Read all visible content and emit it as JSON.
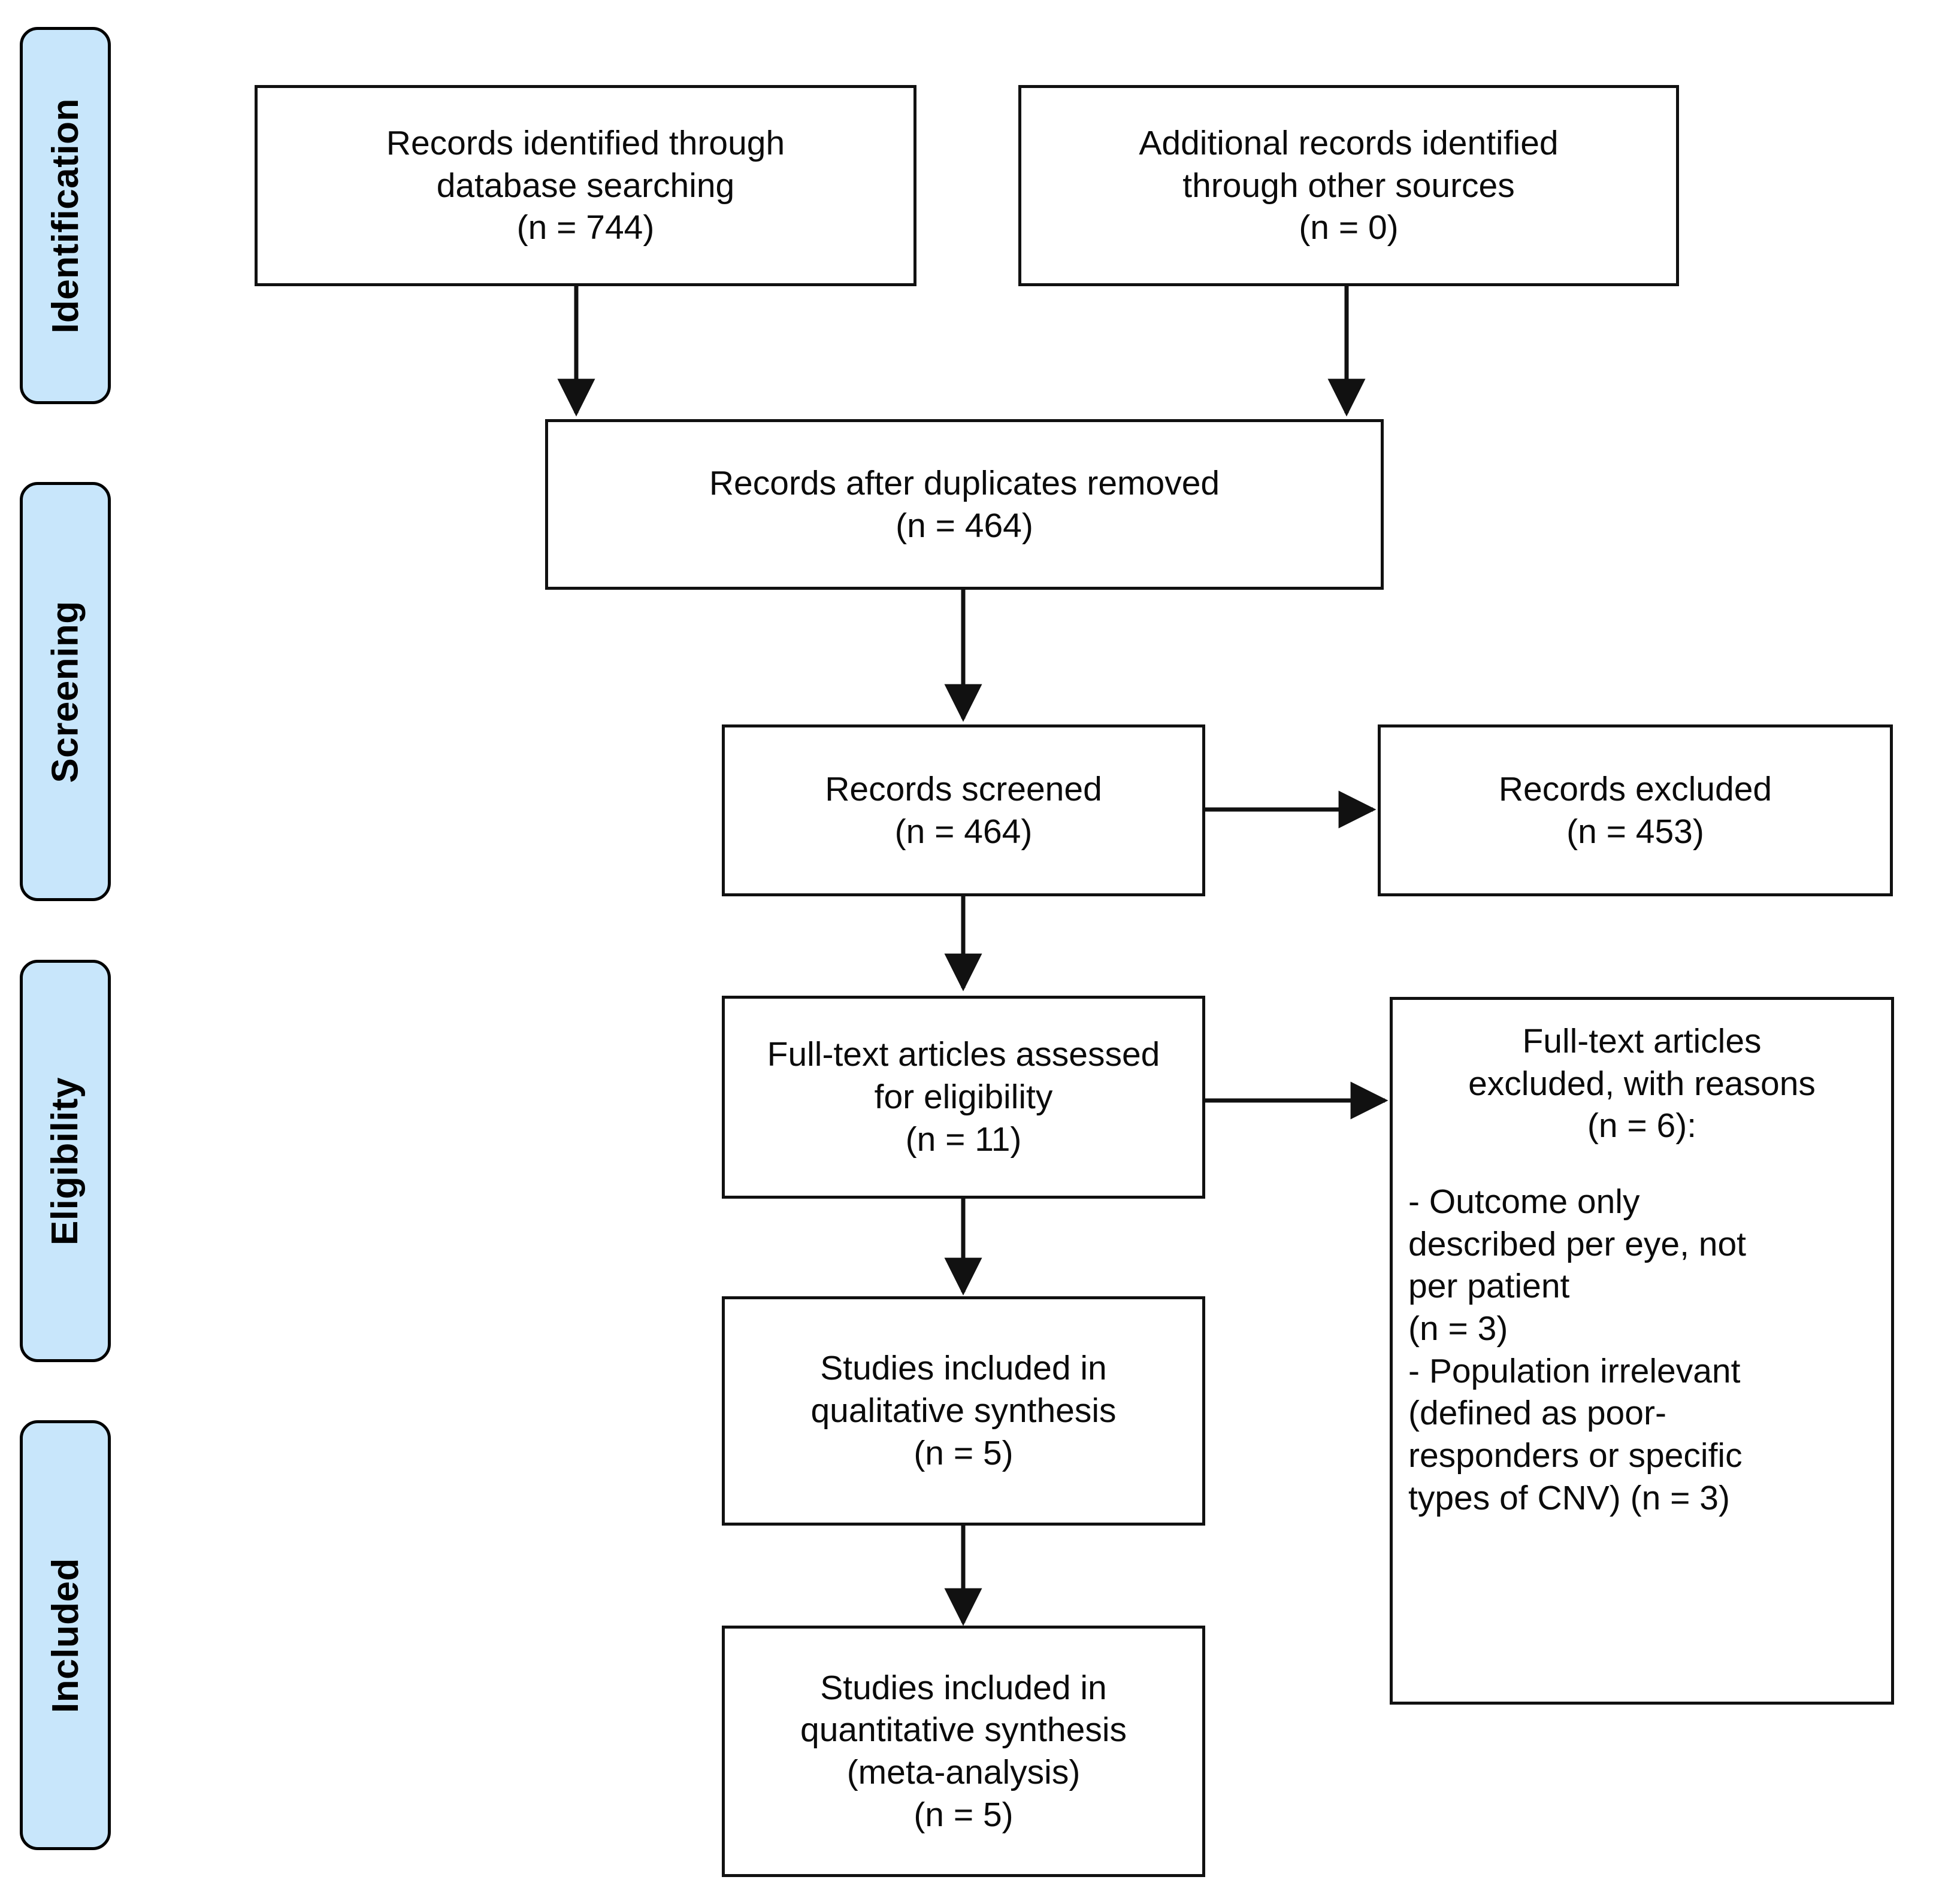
{
  "diagram": {
    "type": "prisma-flow-diagram",
    "background_color": "#ffffff",
    "box_border_color": "#111111",
    "stage_fill_color": "#C8E6FB",
    "connector_color": "#111111"
  },
  "stages": [
    {
      "label": "Identification"
    },
    {
      "label": "Screening"
    },
    {
      "label": "Eligibility"
    },
    {
      "label": "Included"
    }
  ],
  "boxes": {
    "records_identified": {
      "lines": [
        "Records identified through",
        "database searching",
        "(n = 744)"
      ]
    },
    "additional_records": {
      "lines": [
        "Additional records identified",
        "through other sources",
        "(n = 0)"
      ]
    },
    "duplicates_removed": {
      "lines": [
        "Records after duplicates removed",
        "(n = 464)"
      ]
    },
    "records_screened": {
      "lines": [
        "Records screened",
        "(n = 464)"
      ]
    },
    "records_excluded": {
      "lines": [
        "Records excluded",
        "(n = 453)"
      ]
    },
    "fulltext_assessed": {
      "lines": [
        "Full-text articles assessed",
        "for eligibility",
        "(n = 11)"
      ]
    },
    "fulltext_excluded": {
      "header_lines": [
        "Full-text articles",
        "excluded, with reasons",
        "(n = 6):"
      ],
      "reason_lines": [
        "- Outcome only",
        "described per eye, not",
        "per patient",
        "(n = 3)",
        "- Population irrelevant",
        "(defined as poor-",
        "responders or specific",
        "types of CNV) (n = 3)"
      ]
    },
    "qualitative_synthesis": {
      "lines": [
        "Studies included in",
        "qualitative synthesis",
        "(n = 5)"
      ]
    },
    "quantitative_synthesis": {
      "lines": [
        "Studies included in",
        "quantitative synthesis",
        "(meta-analysis)",
        "(n = 5)"
      ]
    }
  }
}
